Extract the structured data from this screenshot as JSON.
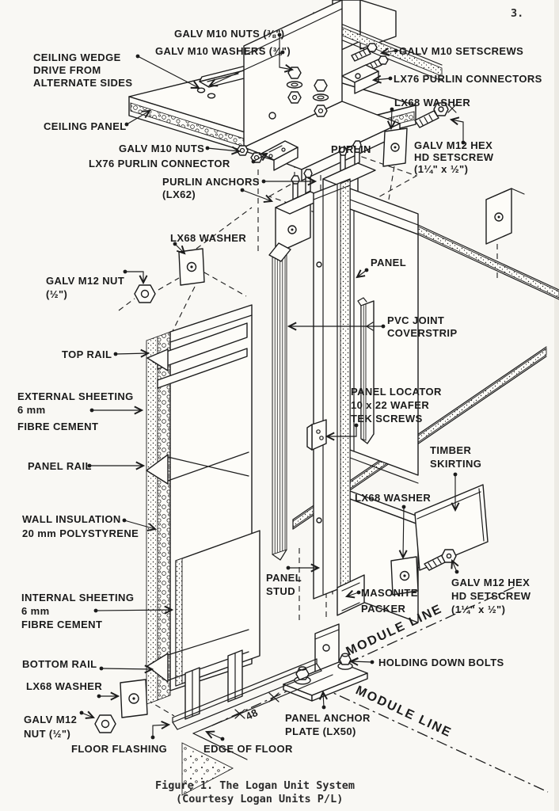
{
  "page": {
    "number": "3."
  },
  "caption": {
    "line1": "Figure 1.  The Logan Unit System",
    "line2": "(Courtesy Logan Units P/L)"
  },
  "colors": {
    "ink": "#1c1c1c",
    "paper": "#f9f8f4"
  },
  "labels": {
    "galv_m10_nuts_top": "GALV M10 NUTS (⅜\")",
    "galv_m10_washers": "GALV M10 WASHERS (⅜\")",
    "ceiling_wedge": [
      "CEILING WEDGE",
      "DRIVE FROM",
      "ALTERNATE SIDES"
    ],
    "galv_m10_setscrews": "GALV M10 SETSCREWS",
    "lx76_purlin_connectors": "LX76 PURLIN CONNECTORS",
    "lx68_washer_top": "LX68 WASHER",
    "ceiling_panel": "CEILING PANEL",
    "galv_m10_nuts": "GALV M10 NUTS",
    "lx76_purlin_connector": "LX76 PURLIN CONNECTOR",
    "purlin": "PURLIN",
    "galv_m12_hex_top": [
      "GALV M12 HEX",
      "HD SETSCREW",
      "(1¼\" x ½\")"
    ],
    "purlin_anchors": [
      "PURLIN ANCHORS",
      "(LX62)"
    ],
    "lx68_washer_mid": "LX68 WASHER",
    "galv_m12_nut_mid": [
      "GALV M12 NUT",
      "(½\")"
    ],
    "panel": "PANEL",
    "pvc_joint": [
      "PVC JOINT",
      "COVERSTRIP"
    ],
    "top_rail": "TOP RAIL",
    "external_sheeting": [
      "EXTERNAL SHEETING",
      "6 mm",
      "FIBRE CEMENT"
    ],
    "panel_locator": [
      "PANEL LOCATOR",
      "10 x 22 WAFER",
      "TEK SCREWS"
    ],
    "panel_rail": "PANEL RAIL",
    "timber_skirting": [
      "TIMBER",
      "SKIRTING"
    ],
    "wall_insulation": [
      "WALL INSULATION",
      "20 mm POLYSTYRENE"
    ],
    "lx68_washer_right": "LX68 WASHER",
    "internal_sheeting": [
      "INTERNAL SHEETING",
      "6 mm",
      "FIBRE CEMENT"
    ],
    "panel_stud": [
      "PANEL",
      "STUD"
    ],
    "masonite_packer": [
      "MASONITE",
      "PACKER"
    ],
    "galv_m12_hex_bottom": [
      "GALV M12 HEX",
      "HD SETSCREW",
      "(1¼\" x ½\")"
    ],
    "module_line": "MODULE LINE",
    "bottom_rail": "BOTTOM RAIL",
    "lx68_washer_bottom": "LX68 WASHER",
    "holding_down_bolts": "HOLDING DOWN BOLTS",
    "galv_m12_nut_bottom": [
      "GALV M12",
      "NUT (½\")"
    ],
    "panel_anchor_plate": [
      "PANEL ANCHOR",
      "PLATE (LX50)"
    ],
    "floor_flashing": "FLOOR FLASHING",
    "edge_of_floor": "EDGE OF FLOOR",
    "dim_48": "48"
  }
}
